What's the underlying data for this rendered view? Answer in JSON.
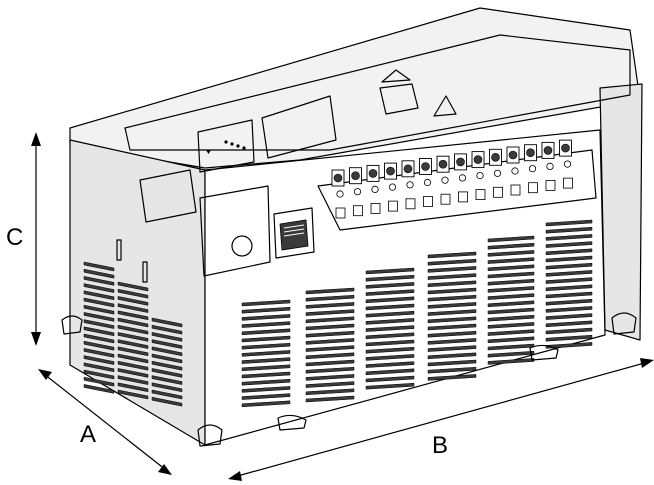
{
  "dimensions": {
    "A": "A",
    "B": "B",
    "C": "C"
  },
  "colors": {
    "line": "#000000",
    "top_face": "#f2f2f2",
    "side_face": "#e6e6e6",
    "front_face": "#ffffff",
    "slot": "#3a3a3a"
  },
  "icons": [
    "dimension-arrow-a",
    "dimension-arrow-b",
    "dimension-arrow-c",
    "ethernet-port-icon",
    "status-led-icon",
    "terminal-screw-icon"
  ]
}
